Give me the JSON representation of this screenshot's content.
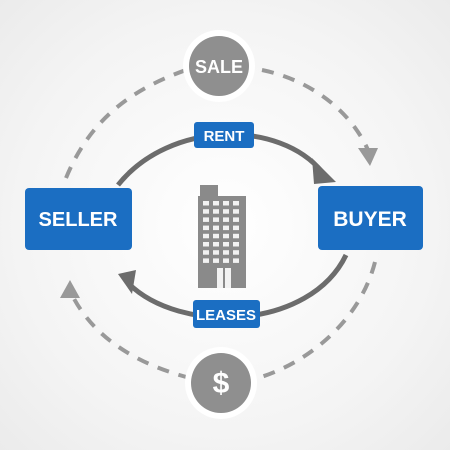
{
  "colors": {
    "blue": "#1b6ec2",
    "gray_circle": "#8f8f8f",
    "gray_arrow": "#6c6c6c",
    "dashed": "#999999",
    "building": "#8a8a8a"
  },
  "nodes": {
    "seller": "SELLER",
    "buyer": "BUYER",
    "sale": "SALE",
    "money": "$"
  },
  "tags": {
    "rent": "RENT",
    "leases": "LEASES"
  },
  "icons": {
    "center": "office-building-icon"
  }
}
